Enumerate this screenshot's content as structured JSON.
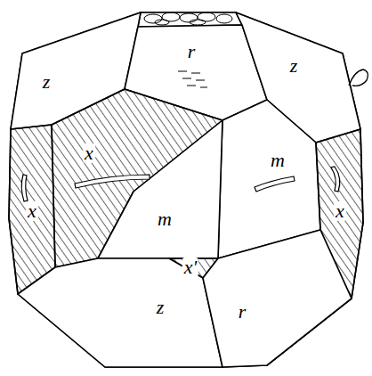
{
  "diagram": {
    "labels": [
      "z",
      "r",
      "z",
      "x",
      "m",
      "x",
      "m",
      "x",
      "x'",
      "z",
      "r"
    ]
  }
}
